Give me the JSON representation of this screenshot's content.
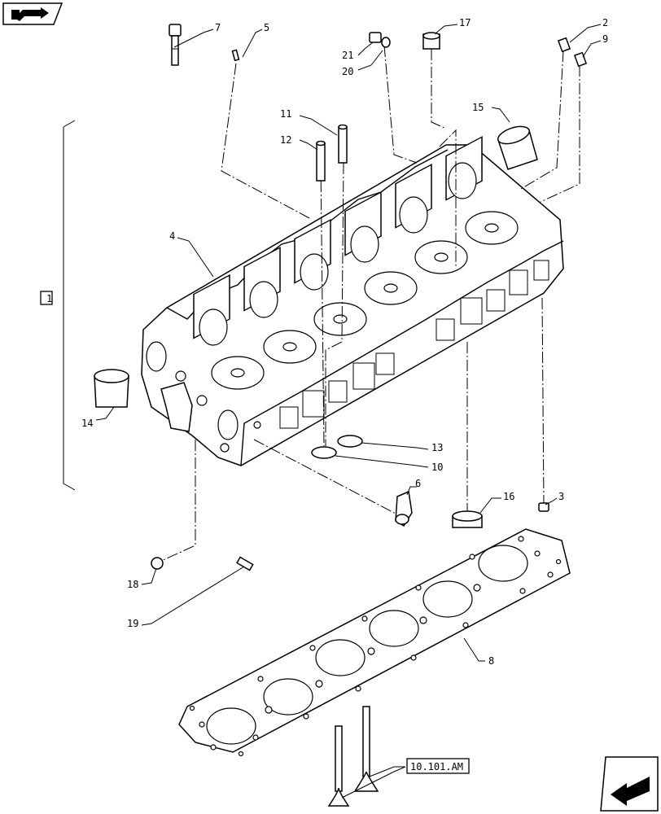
{
  "callouts": {
    "c1": "1",
    "c2": "2",
    "c3": "3",
    "c4": "4",
    "c5": "5",
    "c6": "6",
    "c7": "7",
    "c8": "8",
    "c9": "9",
    "c10": "10",
    "c11": "11",
    "c12": "12",
    "c13": "13",
    "c14": "14",
    "c15": "15",
    "c16": "16",
    "c17": "17",
    "c18": "18",
    "c19": "19",
    "c20": "20",
    "c21": "21"
  },
  "reference": {
    "label": "10.101.AM"
  },
  "icons": {
    "top_left": "book-arrow-icon",
    "bottom_right": "return-arrow-icon"
  }
}
